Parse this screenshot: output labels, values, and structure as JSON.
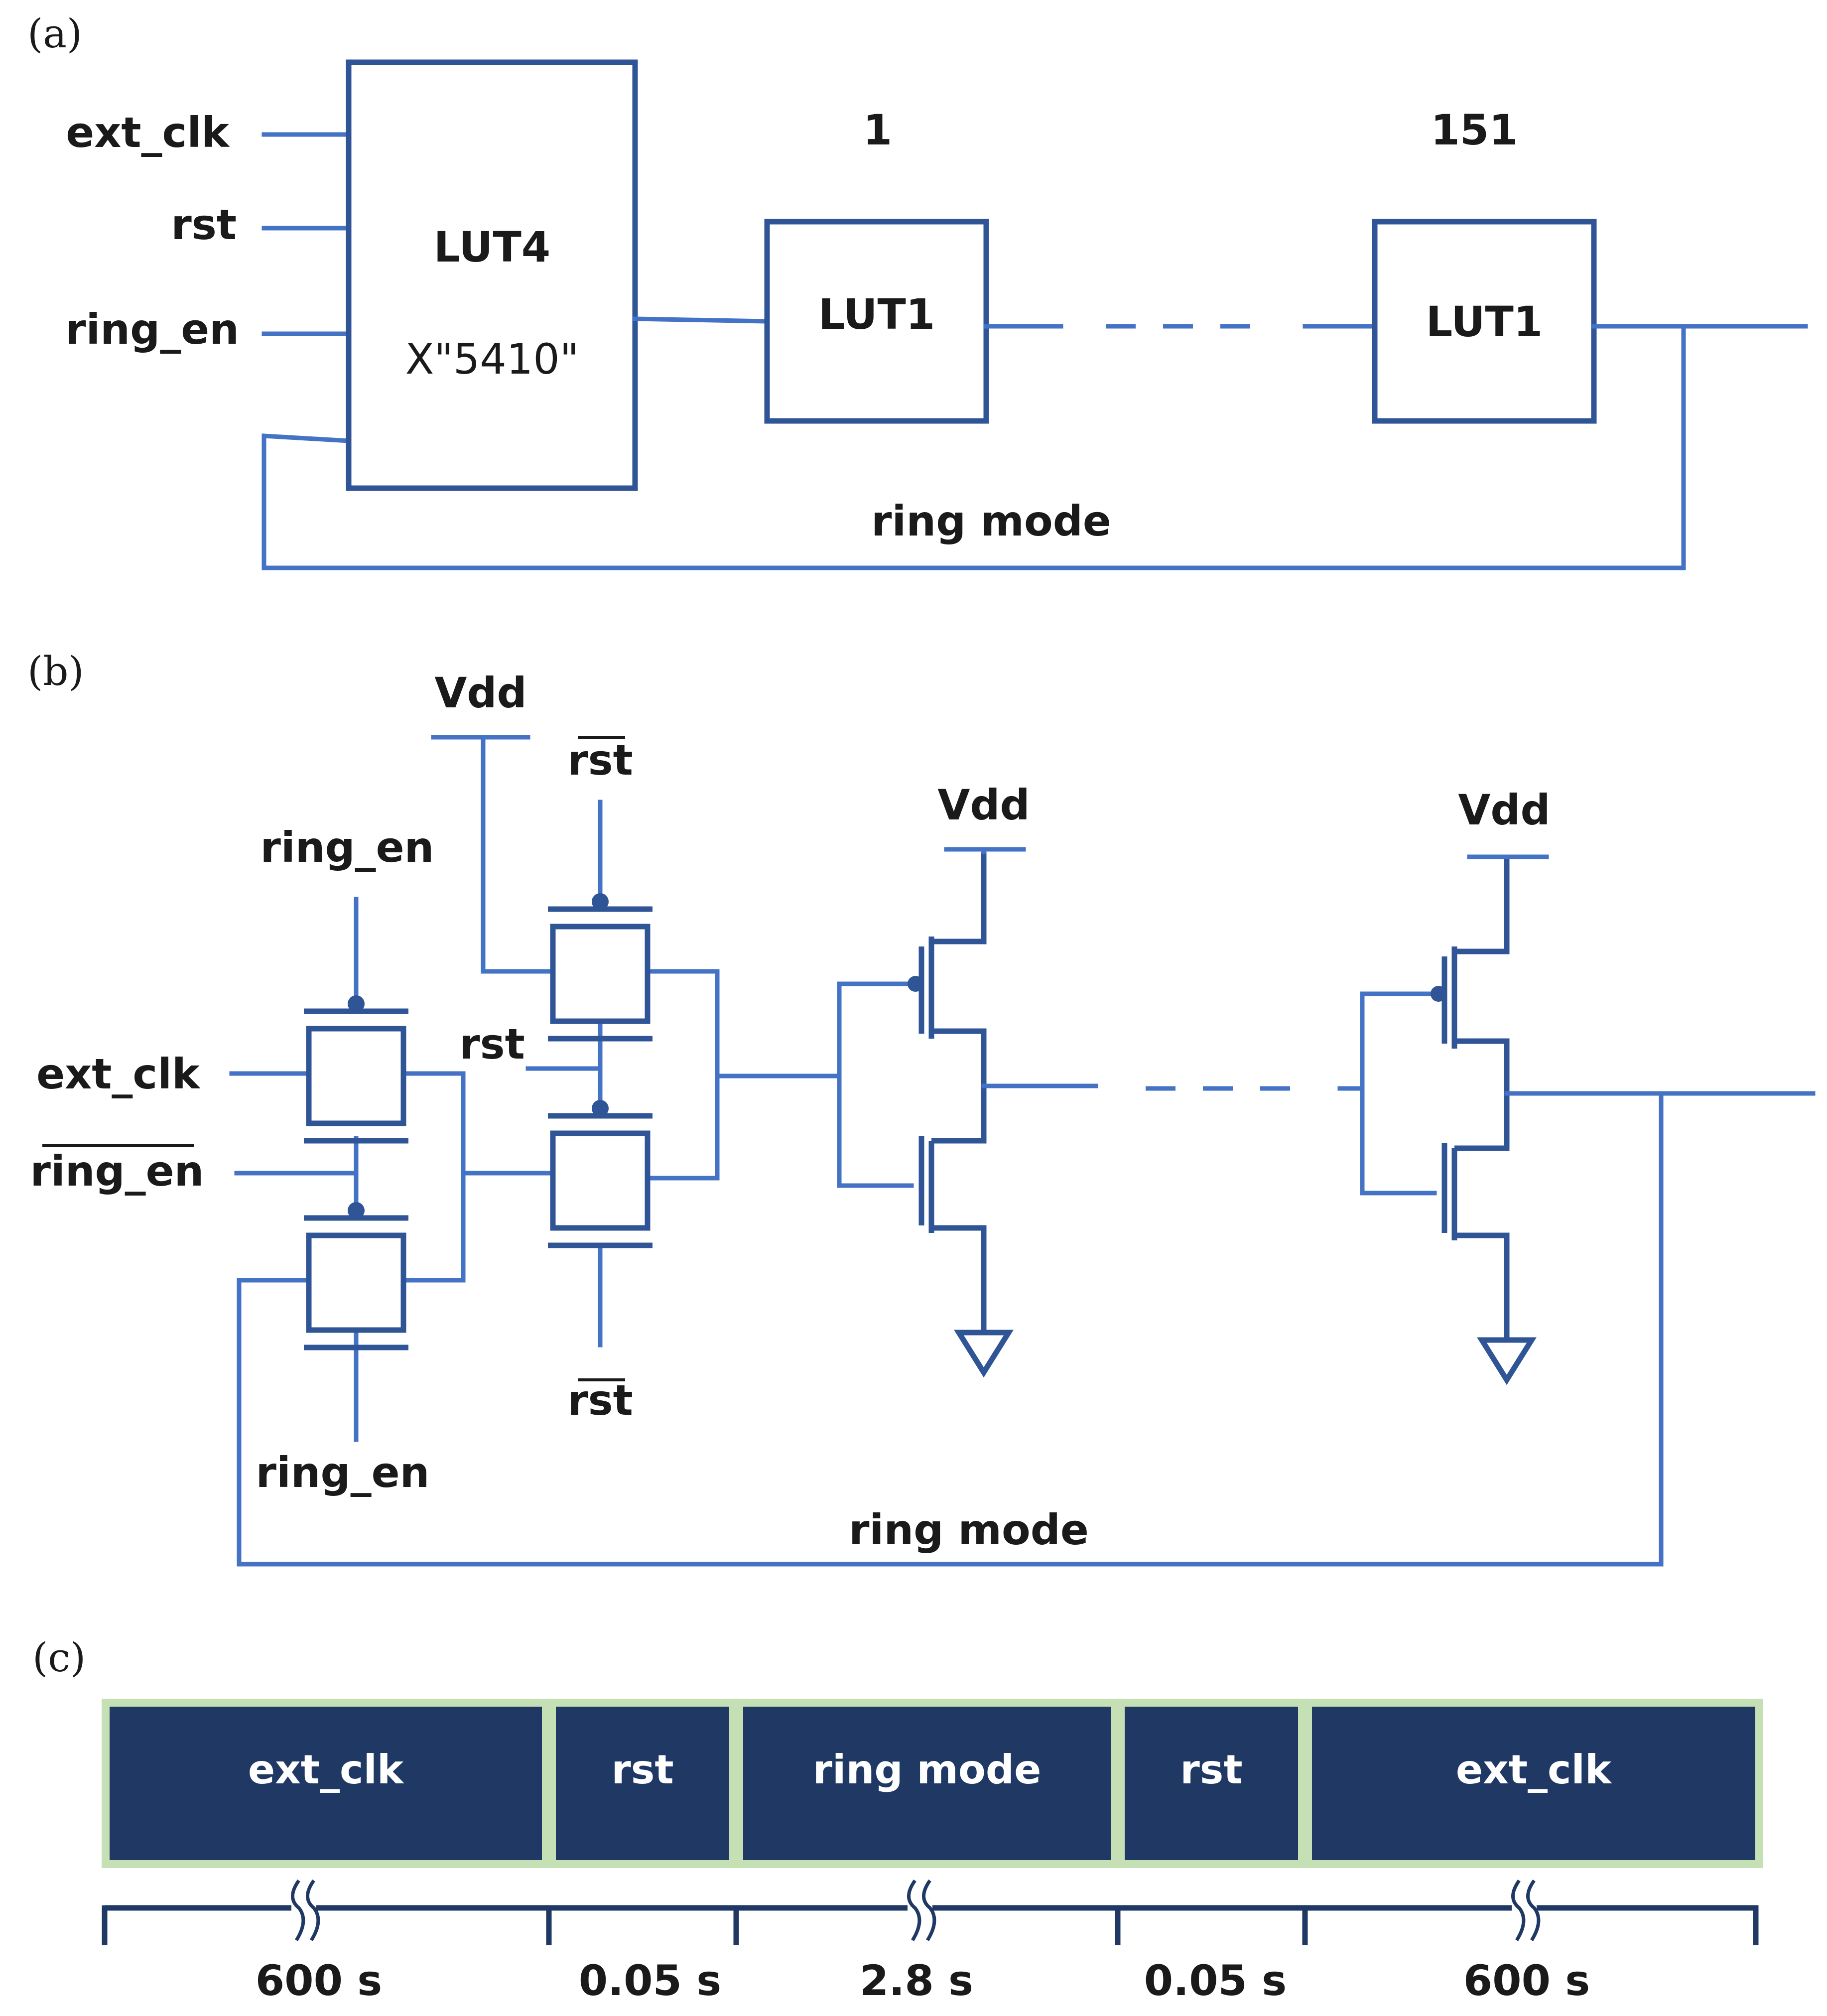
{
  "panel_a": {
    "tag": "(a)",
    "inputs": [
      "ext_clk",
      "rst",
      "ring_en"
    ],
    "lut4": {
      "name": "LUT4",
      "init": "X\"5410\""
    },
    "stage_first": {
      "index": "1",
      "name": "LUT1"
    },
    "stage_last": {
      "index": "151",
      "name": "LUT1"
    },
    "feedback": "ring mode"
  },
  "panel_b": {
    "tag": "(b)",
    "vdd": "Vdd",
    "rst": "rst",
    "rst_bar": "rst",
    "ext_clk": "ext_clk",
    "ring_en": "ring_en",
    "ring_en_bar": "ring_en",
    "feedback": "ring mode"
  },
  "panel_c": {
    "tag": "(c)",
    "phases": [
      "ext_clk",
      "rst",
      "ring mode",
      "rst",
      "ext_clk"
    ],
    "durations": [
      "600 s",
      "0.05 s",
      "2.8 s",
      "0.05 s",
      "600 s"
    ]
  }
}
